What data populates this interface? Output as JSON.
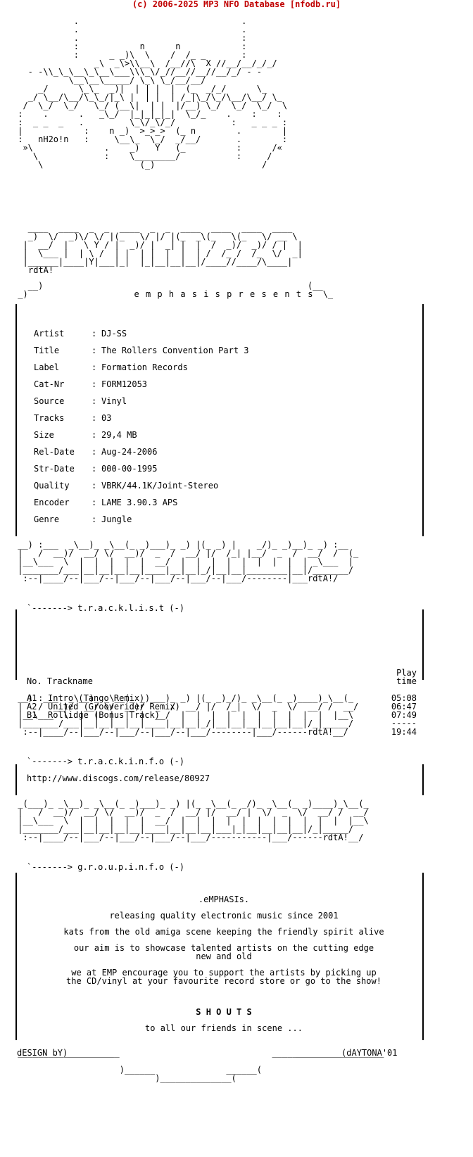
{
  "header": "(c) 2006-2025 MP3 NFO Database [nfodb.ru]",
  "presents": "e m p h a s i s   p r e s e n t s",
  "logo_sig": "rdtA!",
  "h2o": "nH2o!n",
  "info": [
    {
      "key": "Artist",
      "val": "DJ-SS"
    },
    {
      "key": "Title",
      "val": "The Rollers Convention Part 3"
    },
    {
      "key": "Label",
      "val": "Formation Records"
    },
    {
      "key": "Cat-Nr",
      "val": "FORM12053"
    },
    {
      "key": "Source",
      "val": "Vinyl"
    },
    {
      "key": "Tracks",
      "val": "03"
    },
    {
      "key": "Size",
      "val": "29,4 MB"
    },
    {
      "key": "Rel-Date",
      "val": "Aug-24-2006"
    },
    {
      "key": "Str-Date",
      "val": "000-00-1995"
    },
    {
      "key": "Quality",
      "val": "VBRK/44.1K/Joint-Stereo"
    },
    {
      "key": "Encoder",
      "val": "LAME 3.90.3 APS"
    },
    {
      "key": "Genre",
      "val": "Jungle"
    }
  ],
  "tracklist": {
    "heading": "`-------> t.r.a.c.k.l.i.s.t (-)",
    "col_no": "No. Trackname",
    "col_time_1": "Play",
    "col_time_2": "time",
    "tracks": [
      {
        "no": "A1",
        "name": "Intro (Tango Remix)",
        "time": "05:08"
      },
      {
        "no": "A2",
        "name": "United (Grooverider Remix)",
        "time": "06:47"
      },
      {
        "no": "B1",
        "name": "Rollidge (Bonus Track)",
        "time": "07:49"
      }
    ],
    "sep": "-----",
    "total": "19:44"
  },
  "trackinfo": {
    "heading": "`-------> t.r.a.c.k.i.n.f.o (-)",
    "url": "http://www.discogs.com/release/80927"
  },
  "groupinfo": {
    "heading": "`-------> g.r.o.u.p.i.n.f.o (-)",
    "lines": [
      ".eMPHASIs.",
      "releasing quality electronic music since 2001",
      "kats from the old amiga scene keeping the friendly spirit alive",
      "our aim is to showcase talented artists on the cutting edge",
      "new and old",
      "we at EMP encourage you to support the artists by picking up",
      "the CD/vinyl at your favourite record store or go to the show!"
    ],
    "shouts": "S H O U T S",
    "shouts_line": "to all our friends in scene ..."
  },
  "footer": {
    "left": "dESIGN bY)_________",
    "right": "_________(dAYTONA'01"
  }
}
